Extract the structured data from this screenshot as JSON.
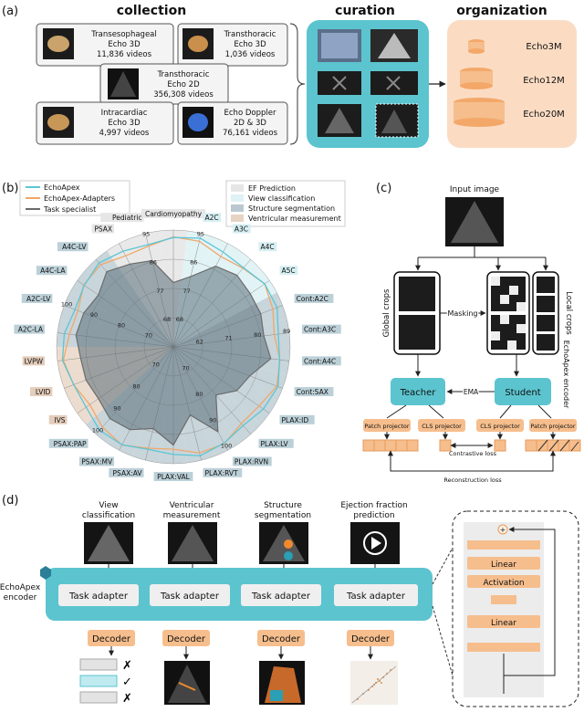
{
  "panel_a": {
    "label": "(a)",
    "collection_title": "collection",
    "curation_title": "curation",
    "organization_title": "organization",
    "sources": [
      {
        "line1": "Transesophageal",
        "line2": "Echo 3D",
        "line3": "11,836 videos"
      },
      {
        "line1": "Transthoracic",
        "line2": "Echo 3D",
        "line3": "1,036 videos"
      },
      {
        "line1": "Transthoracic",
        "line2": "Echo 2D",
        "line3": "356,308 videos"
      },
      {
        "line1": "Intracardiac",
        "line2": "Echo 3D",
        "line3": "4,997 videos"
      },
      {
        "line1": "Echo Doppler",
        "line2": "2D & 3D",
        "line3": "76,161 videos"
      }
    ],
    "datasets": [
      "Echo3M",
      "Echo12M",
      "Echo20M"
    ]
  },
  "panel_b": {
    "label": "(b)",
    "legend_lines": [
      {
        "name": "EchoApex",
        "color": "#5bc6d6"
      },
      {
        "name": "EchoApex-Adapters",
        "color": "#f0a86a"
      },
      {
        "name": "Task specialist",
        "color": "#6b6b6b"
      }
    ],
    "legend_tasks": [
      {
        "name": "EF Prediction",
        "color": "#e6e6e6"
      },
      {
        "name": "View classification",
        "color": "#dff2f5"
      },
      {
        "name": "Structure segmentation",
        "color": "#b9c8d0"
      },
      {
        "name": "Ventricular measurement",
        "color": "#e6d3c4"
      }
    ],
    "axes": [
      "Cardiomyopathy",
      "A2C",
      "A3C",
      "A4C",
      "A5C",
      "Cont:A2C",
      "Cont:A3C",
      "Cont:A4C",
      "Cont:SAX",
      "PLAX:ID",
      "PLAX:LV",
      "PLAX:RVN",
      "PLAX:RVT",
      "PLAX:VAL",
      "PSAX:AV",
      "PSAX:MV",
      "PSAX:PAP",
      "IVS",
      "LVID",
      "LVPW",
      "A2C-LA",
      "A2C-LV",
      "A4C-LA",
      "A4C-LV",
      "PSAX",
      "Pediatric"
    ],
    "axis_category": [
      "ef",
      "view",
      "view",
      "view",
      "view",
      "seg",
      "seg",
      "seg",
      "seg",
      "seg",
      "seg",
      "seg",
      "seg",
      "seg",
      "seg",
      "seg",
      "seg",
      "meas",
      "meas",
      "meas",
      "seg",
      "seg",
      "seg",
      "seg",
      "ef",
      "ef"
    ],
    "ring_labels_a": [
      "68",
      "77",
      "86",
      "95"
    ],
    "ring_labels_b": [
      "70",
      "80",
      "90",
      "100"
    ],
    "ring_labels_c": [
      "62",
      "71",
      "80",
      "89"
    ]
  },
  "panel_c": {
    "label": "(c)",
    "input_image": "Input image",
    "global_crops": "Global crops",
    "local_crops": "Local crops",
    "masking": "Masking",
    "teacher": "Teacher",
    "student": "Student",
    "ema": "EMA",
    "encoder_label": "EchoApex encoder",
    "patch_projector": "Patch projector",
    "cls_projector": "CLS projector",
    "contrastive_loss": "Contrastive loss",
    "reconstruction_loss": "Reconstruction loss"
  },
  "panel_d": {
    "label": "(d)",
    "tasks": [
      "View classification",
      "Ventricular measurement",
      "Structure segmentation",
      "Ejection fraction prediction"
    ],
    "encoder_label": "EchoApex encoder",
    "task_adapter": "Task adapter",
    "decoder": "Decoder",
    "adapter_linear": "Linear",
    "adapter_activation": "Activation",
    "plus": "+"
  }
}
